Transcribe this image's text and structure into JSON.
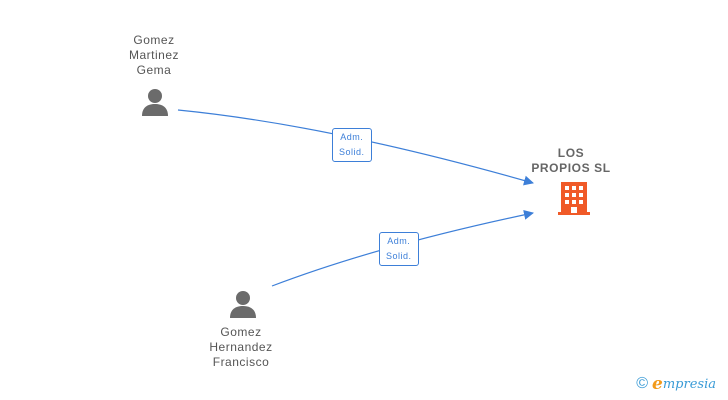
{
  "persons": [
    {
      "lines": [
        "Gomez",
        "Martinez",
        "Gema"
      ],
      "icon": "person-icon"
    },
    {
      "lines": [
        "Gomez",
        "Hernandez",
        "Francisco"
      ],
      "icon": "person-icon"
    }
  ],
  "company": {
    "lines": [
      "LOS",
      "PROPIOS SL"
    ],
    "icon": "building-icon",
    "color": "#f05a28"
  },
  "edges": [
    {
      "from": "Gomez Martinez Gema",
      "to": "LOS PROPIOS SL",
      "label": [
        "Adm.",
        "Solid."
      ]
    },
    {
      "from": "Gomez Hernandez Francisco",
      "to": "LOS PROPIOS SL",
      "label": [
        "Adm.",
        "Solid."
      ]
    }
  ],
  "colors": {
    "edge": "#3d7fd8",
    "person": "#6b6b6b"
  },
  "brand": {
    "copyright": "©",
    "e": "e",
    "rest": "mpresia"
  }
}
